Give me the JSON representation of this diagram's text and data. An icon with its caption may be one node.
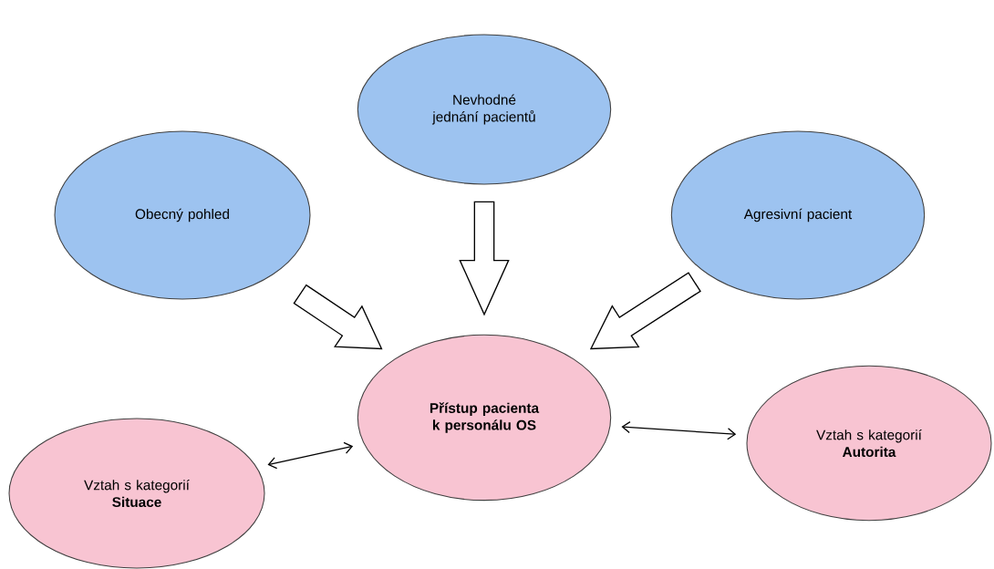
{
  "diagram": {
    "nodes": [
      {
        "text": [
          "Obecný pohled"
        ]
      },
      {
        "text": [
          "Nevhodné jednání pacientů"
        ]
      },
      {
        "text": [
          "Agresivní pacient"
        ]
      },
      {
        "text": [
          "Přístup pacienta k personálu OS"
        ]
      },
      {
        "text": [
          "Vztah s kategorií",
          "Situace"
        ]
      },
      {
        "text": [
          "Vztah s kategorií",
          "Autorita"
        ]
      }
    ],
    "edges": [
      {
        "from": 0,
        "to": 3,
        "arrow": "to",
        "style": "thick"
      },
      {
        "from": 1,
        "to": 3,
        "arrow": "to",
        "style": "thick"
      },
      {
        "from": 2,
        "to": 3,
        "arrow": "to",
        "style": "thick"
      },
      {
        "from": 4,
        "to": 3,
        "arrow": "both"
      },
      {
        "from": 3,
        "to": 5,
        "arrow": "both"
      }
    ]
  }
}
